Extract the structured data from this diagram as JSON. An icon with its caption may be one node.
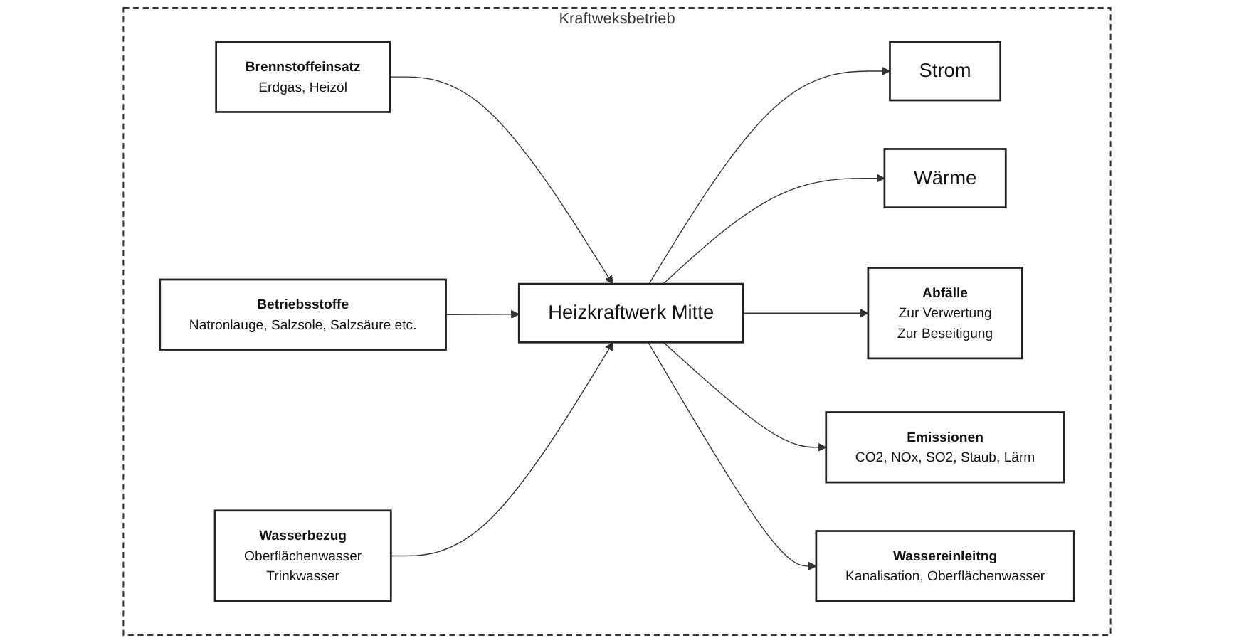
{
  "diagram": {
    "nodes": [
      {
        "text": [
          "Kraftweksbetrieb"
        ]
      },
      {
        "text": [
          "Brennstoffeinsatz",
          "Erdgas, Heizöl"
        ],
        "in": 0
      },
      {
        "text": [
          "Betriebsstoffe",
          "Natronlauge, Salzsole, Salzsäure etc."
        ],
        "in": 0
      },
      {
        "text": [
          "Wasserbezug",
          "Oberflächenwasser",
          "Trinkwasser"
        ],
        "in": 0
      },
      {
        "text": [
          "Strom"
        ],
        "in": 0
      },
      {
        "text": [
          "Wärme"
        ],
        "in": 0
      },
      {
        "text": [
          "Heizkraftwerk Mitte"
        ],
        "in": 0
      },
      {
        "text": [
          "Abfälle",
          "Zur Verwertung",
          "Zur Beseitigung"
        ],
        "in": 0
      },
      {
        "text": [
          "Emissionen",
          "CO2, NOx, SO2, Staub, Lärm"
        ],
        "in": 0
      },
      {
        "text": [
          "Wassereinleitng",
          "Kanalisation, Oberflächenwasser"
        ],
        "in": 0
      }
    ],
    "edges": [
      {
        "from": 1,
        "to": 6,
        "arrow": "to"
      },
      {
        "from": 2,
        "to": 6,
        "arrow": "to"
      },
      {
        "from": 3,
        "to": 6,
        "arrow": "to"
      },
      {
        "from": 6,
        "to": 4,
        "arrow": "to"
      },
      {
        "from": 6,
        "to": 5,
        "arrow": "to"
      },
      {
        "from": 6,
        "to": 7,
        "arrow": "to"
      },
      {
        "from": 6,
        "to": 8,
        "arrow": "to"
      },
      {
        "from": 6,
        "to": 9,
        "arrow": "to"
      }
    ]
  }
}
